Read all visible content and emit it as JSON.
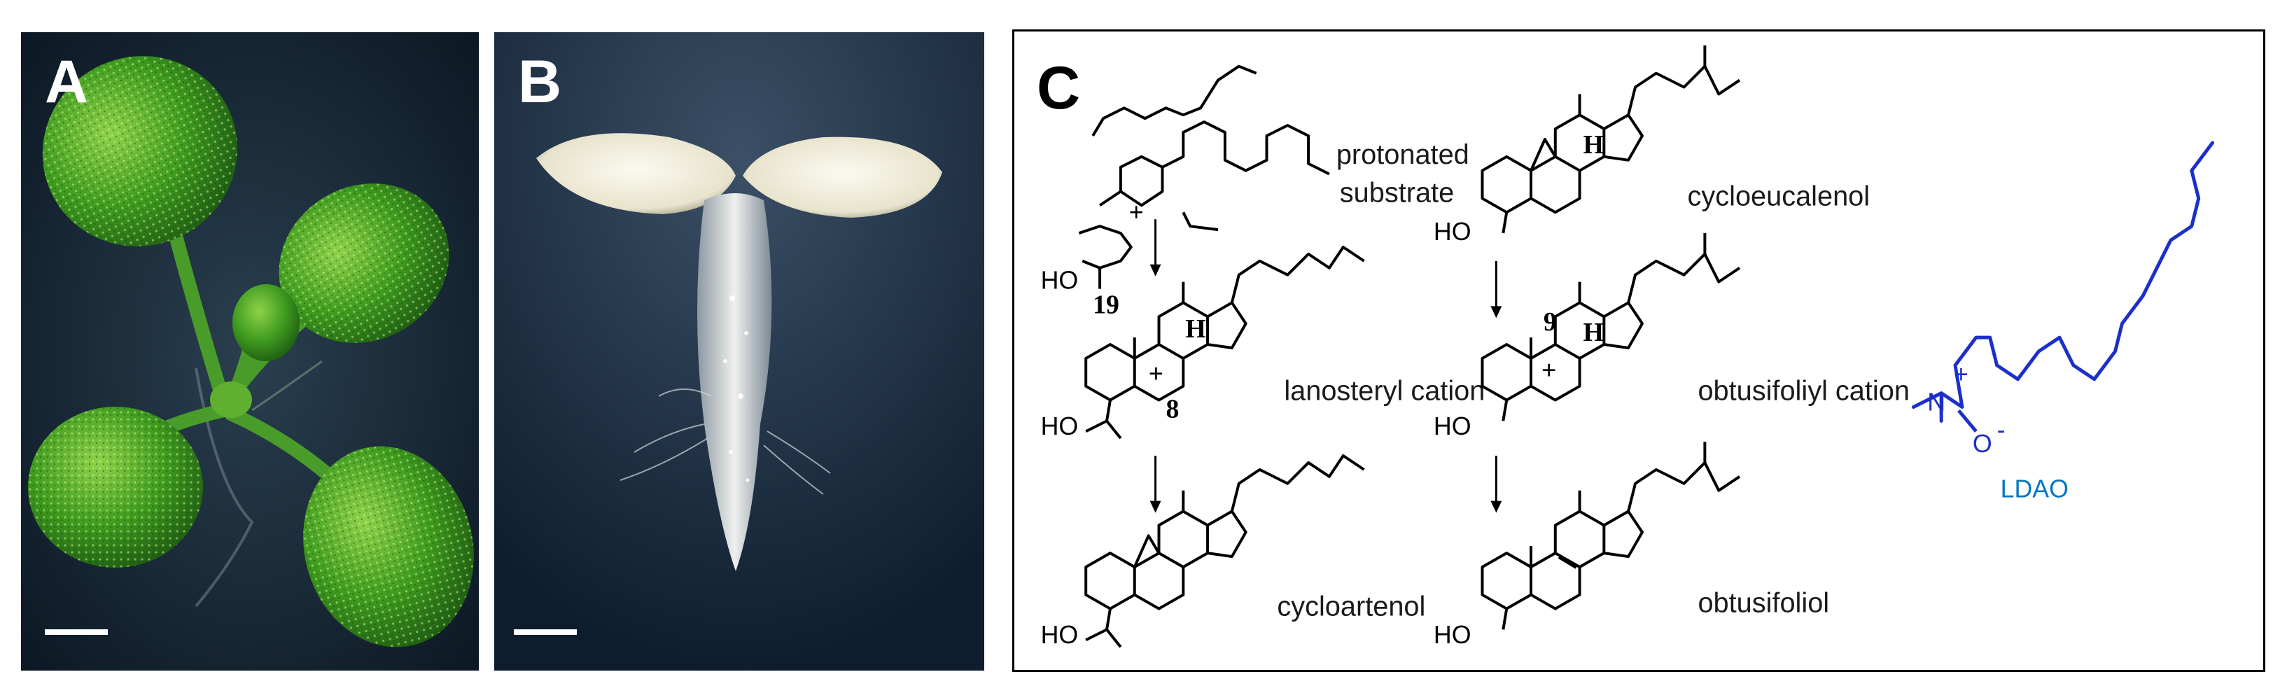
{
  "panels": {
    "a": {
      "letter": "A"
    },
    "b": {
      "letter": "B"
    },
    "c": {
      "letter": "C"
    }
  },
  "labels": {
    "protonated": "protonated",
    "substrate": "substrate",
    "cycloeucalenol": "cycloeucalenol",
    "lanosteryl_cation": "lanosteryl cation",
    "obtusifoliyl_cation": "obtusifoliyl cation",
    "cycloartenol": "cycloartenol",
    "obtusifoliol": "obtusifoliol",
    "ldao": "LDAO"
  },
  "atoms": {
    "ho": "HO",
    "h": "H",
    "n": "N",
    "o": "O",
    "plus": "+",
    "minus": "-",
    "c19": "19",
    "c8": "8",
    "c9": "9"
  },
  "colors": {
    "ldao_structure": "#1c2fc9",
    "ldao_label": "#0076c6",
    "leaf_green": "#3f9b1f",
    "callus_white": "#f4f1e4"
  }
}
